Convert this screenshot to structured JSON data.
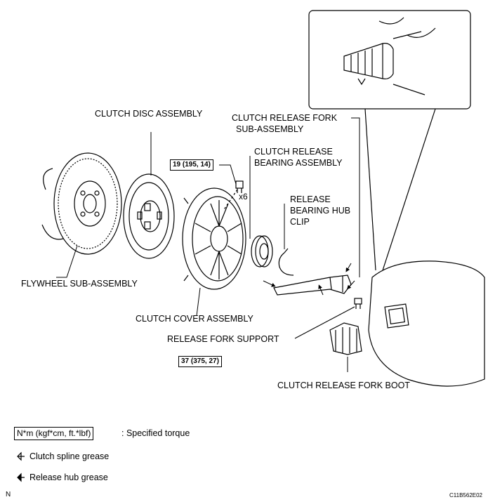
{
  "labels": {
    "clutch_disc": "CLUTCH DISC ASSEMBLY",
    "fork_sub_1": "CLUTCH RELEASE FORK",
    "fork_sub_2": "SUB-ASSEMBLY",
    "bearing_1": "CLUTCH RELEASE",
    "bearing_2": "BEARING ASSEMBLY",
    "hub_clip_1": "RELEASE",
    "hub_clip_2": "BEARING HUB",
    "hub_clip_3": "CLIP",
    "flywheel": "FLYWHEEL SUB-ASSEMBLY",
    "cover": "CLUTCH COVER ASSEMBLY",
    "fork_support": "RELEASE FORK SUPPORT",
    "fork_boot": "CLUTCH RELEASE FORK BOOT",
    "bolt_count": "x6"
  },
  "torques": {
    "cover_bolt": "19 (195, 14)",
    "fork_support": "37 (375, 27)"
  },
  "legend": {
    "torque_unit": "N*m (kgf*cm, ft.*lbf)",
    "torque_desc": ": Specified torque",
    "spline_grease": "Clutch spline grease",
    "hub_grease": "Release hub grease"
  },
  "footer": {
    "left": "N",
    "code": "C11B562E02"
  }
}
